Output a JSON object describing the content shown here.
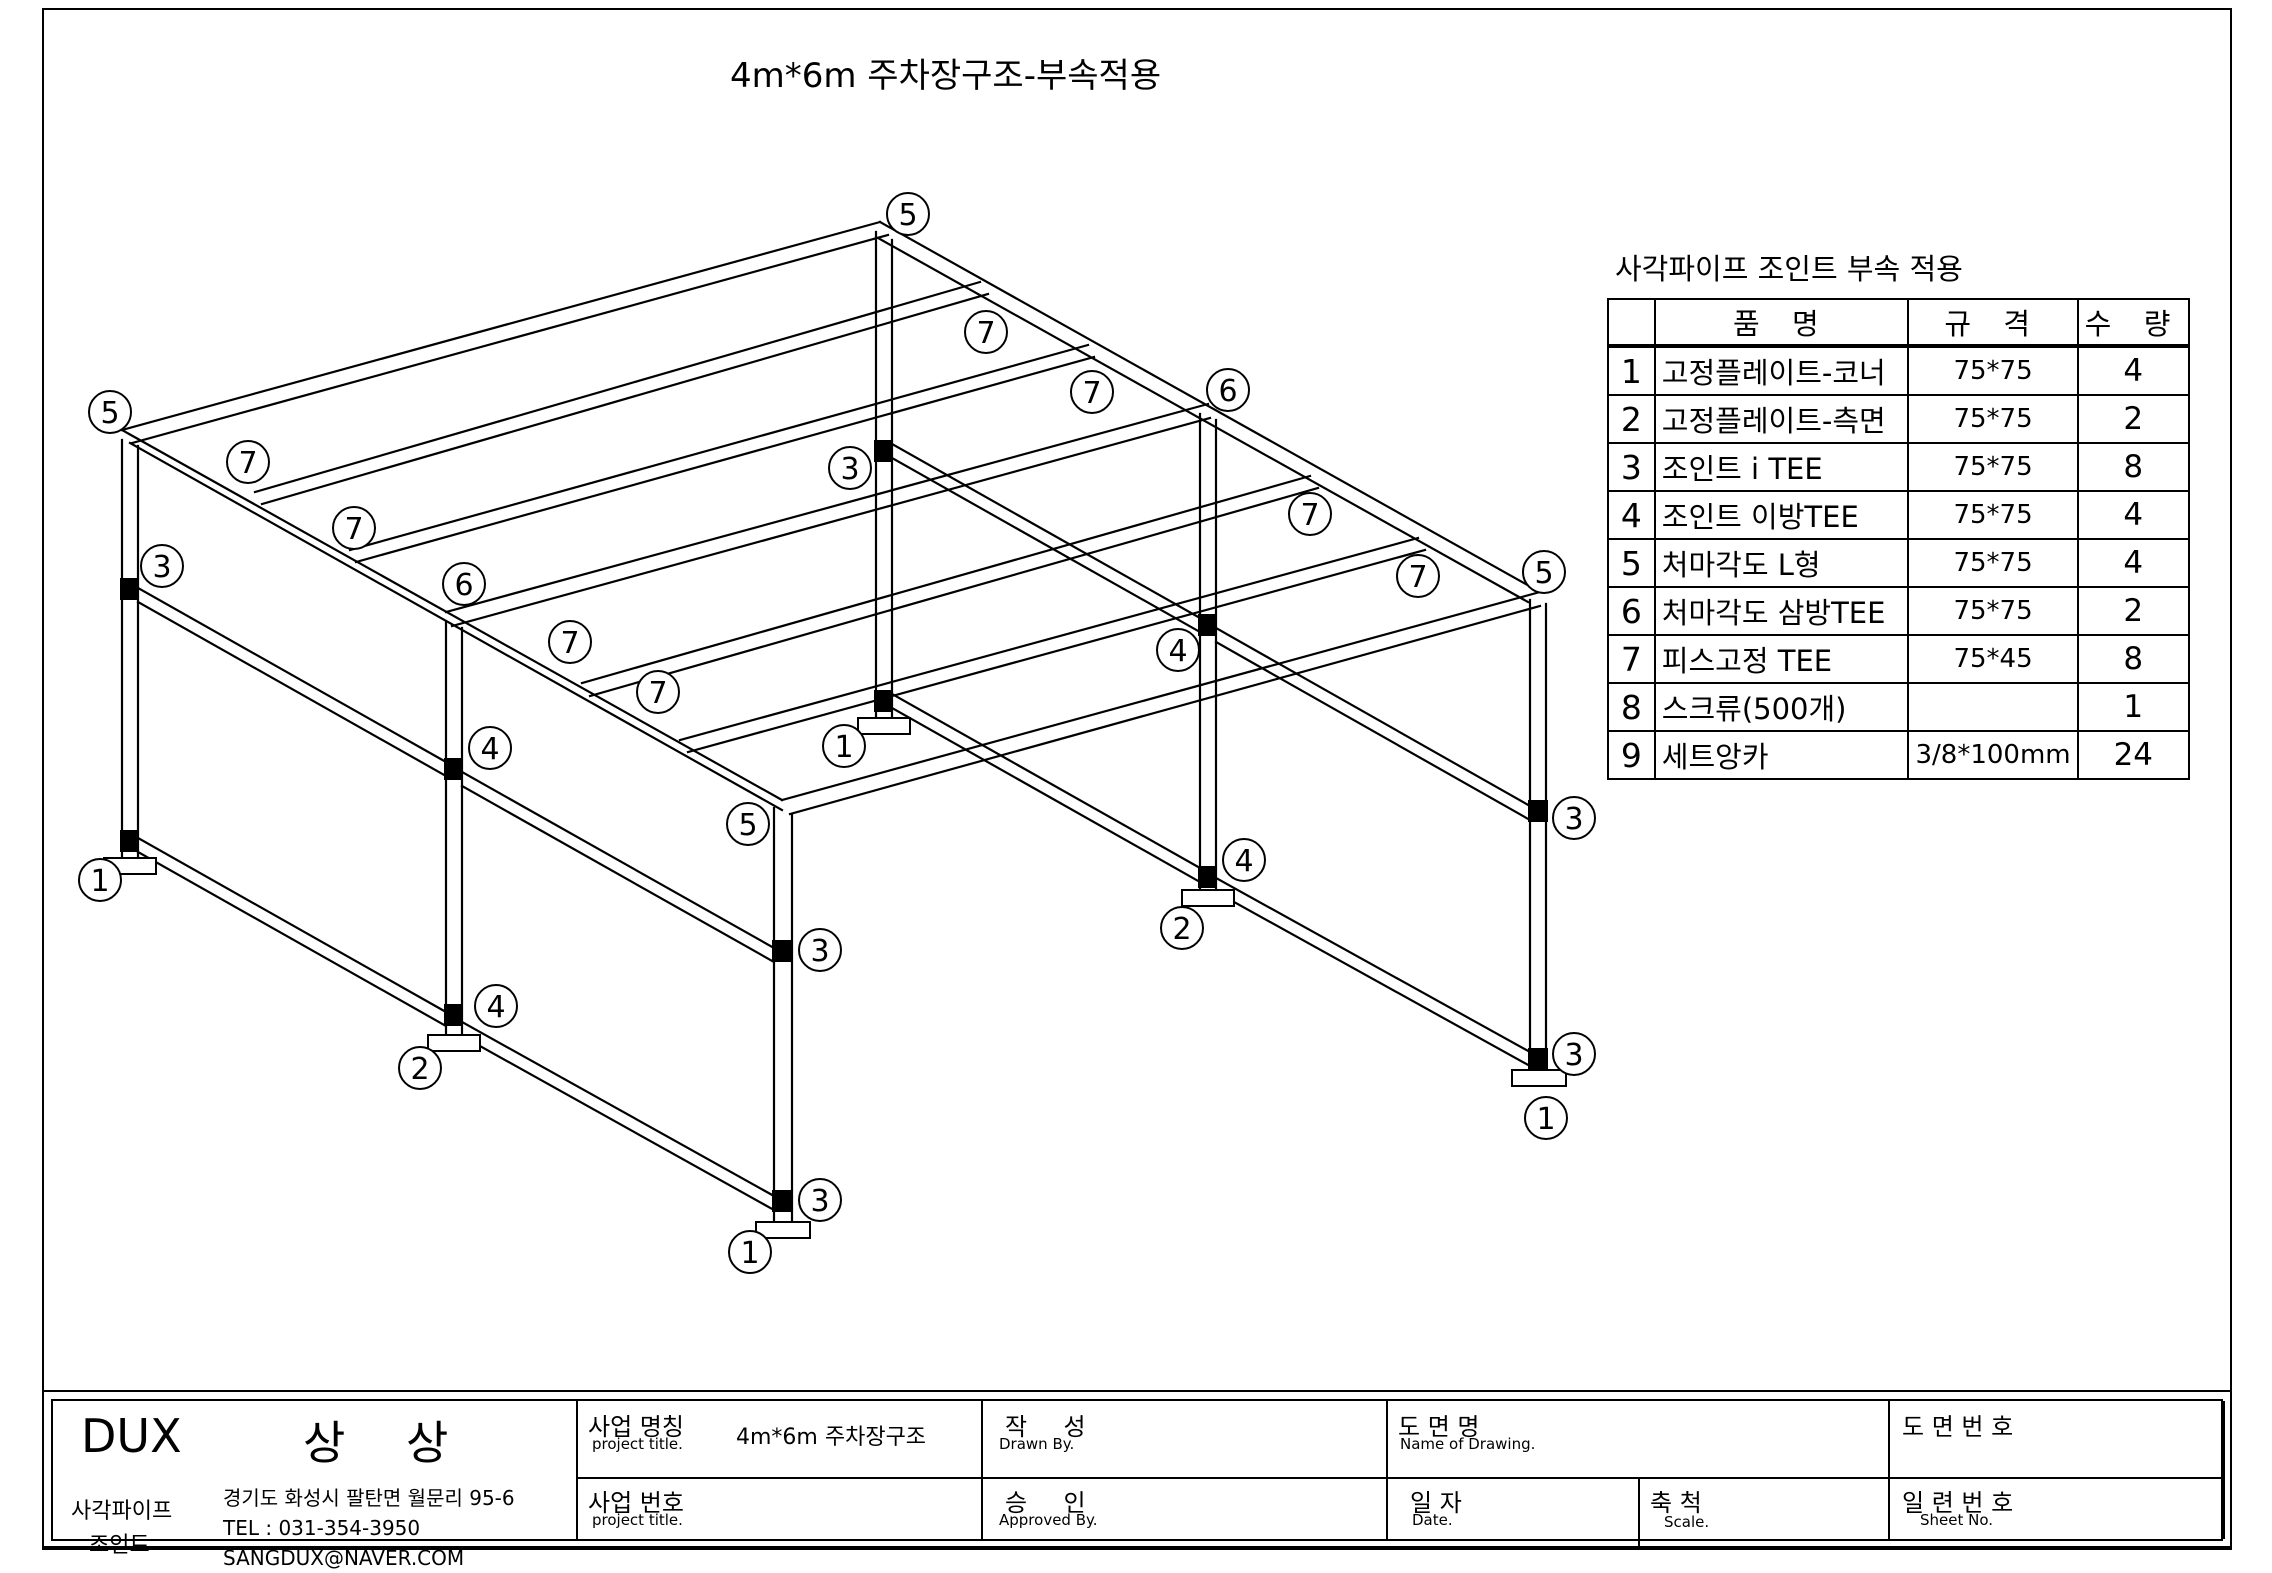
{
  "drawing_title": "4m*6m 주차장구조-부속적용",
  "parts_table": {
    "title": "사각파이프 조인트 부속 적용",
    "headers": {
      "name": "품 명",
      "spec": "규 격",
      "qty": "수 량"
    },
    "rows": [
      {
        "no": "1",
        "name": "고정플레이트-코너",
        "spec": "75*75",
        "qty": "4"
      },
      {
        "no": "2",
        "name": "고정플레이트-측면",
        "spec": "75*75",
        "qty": "2"
      },
      {
        "no": "3",
        "name": "조인트 i TEE",
        "spec": "75*75",
        "qty": "8"
      },
      {
        "no": "4",
        "name": "조인트 이방TEE",
        "spec": "75*75",
        "qty": "4"
      },
      {
        "no": "5",
        "name": "처마각도 L형",
        "spec": "75*75",
        "qty": "4"
      },
      {
        "no": "6",
        "name": "처마각도 삼방TEE",
        "spec": "75*75",
        "qty": "2"
      },
      {
        "no": "7",
        "name": "피스고정 TEE",
        "spec": "75*45",
        "qty": "8"
      },
      {
        "no": "8",
        "name": "스크류(500개)",
        "spec": "",
        "qty": "1"
      },
      {
        "no": "9",
        "name": "세트앙카",
        "spec": "3/8*100mm",
        "qty": "24"
      }
    ]
  },
  "callouts": [
    "1",
    "2",
    "3",
    "4",
    "5",
    "6",
    "7"
  ],
  "title_block": {
    "company": "DUX",
    "company_kr": "상 상",
    "brand_line1": "사각파이프",
    "brand_line2": "조인트",
    "address": "경기도 화성시 팔탄면 월문리 95-6",
    "tel": "TEL : 031-354-3950",
    "email": "SANGDUX@NAVER.COM",
    "project_name_label": "사업 명칭",
    "project_name_sub": "project title.",
    "project_name_value": "4m*6m 주차장구조",
    "project_no_label": "사업 번호",
    "project_no_sub": "project title.",
    "drawn_label": "작 성",
    "drawn_sub": "Drawn By.",
    "approved_label": "승 인",
    "approved_sub": "Approved By.",
    "drawing_name_label": "도 면 명",
    "drawing_name_sub": "Name of Drawing.",
    "date_label": "일 자",
    "date_sub": "Date.",
    "scale_label": "축 척",
    "scale_sub": "Scale.",
    "drawing_no_label": "도 면 번 호",
    "sheet_no_label": "일 련 번 호",
    "sheet_no_sub": "Sheet No."
  }
}
